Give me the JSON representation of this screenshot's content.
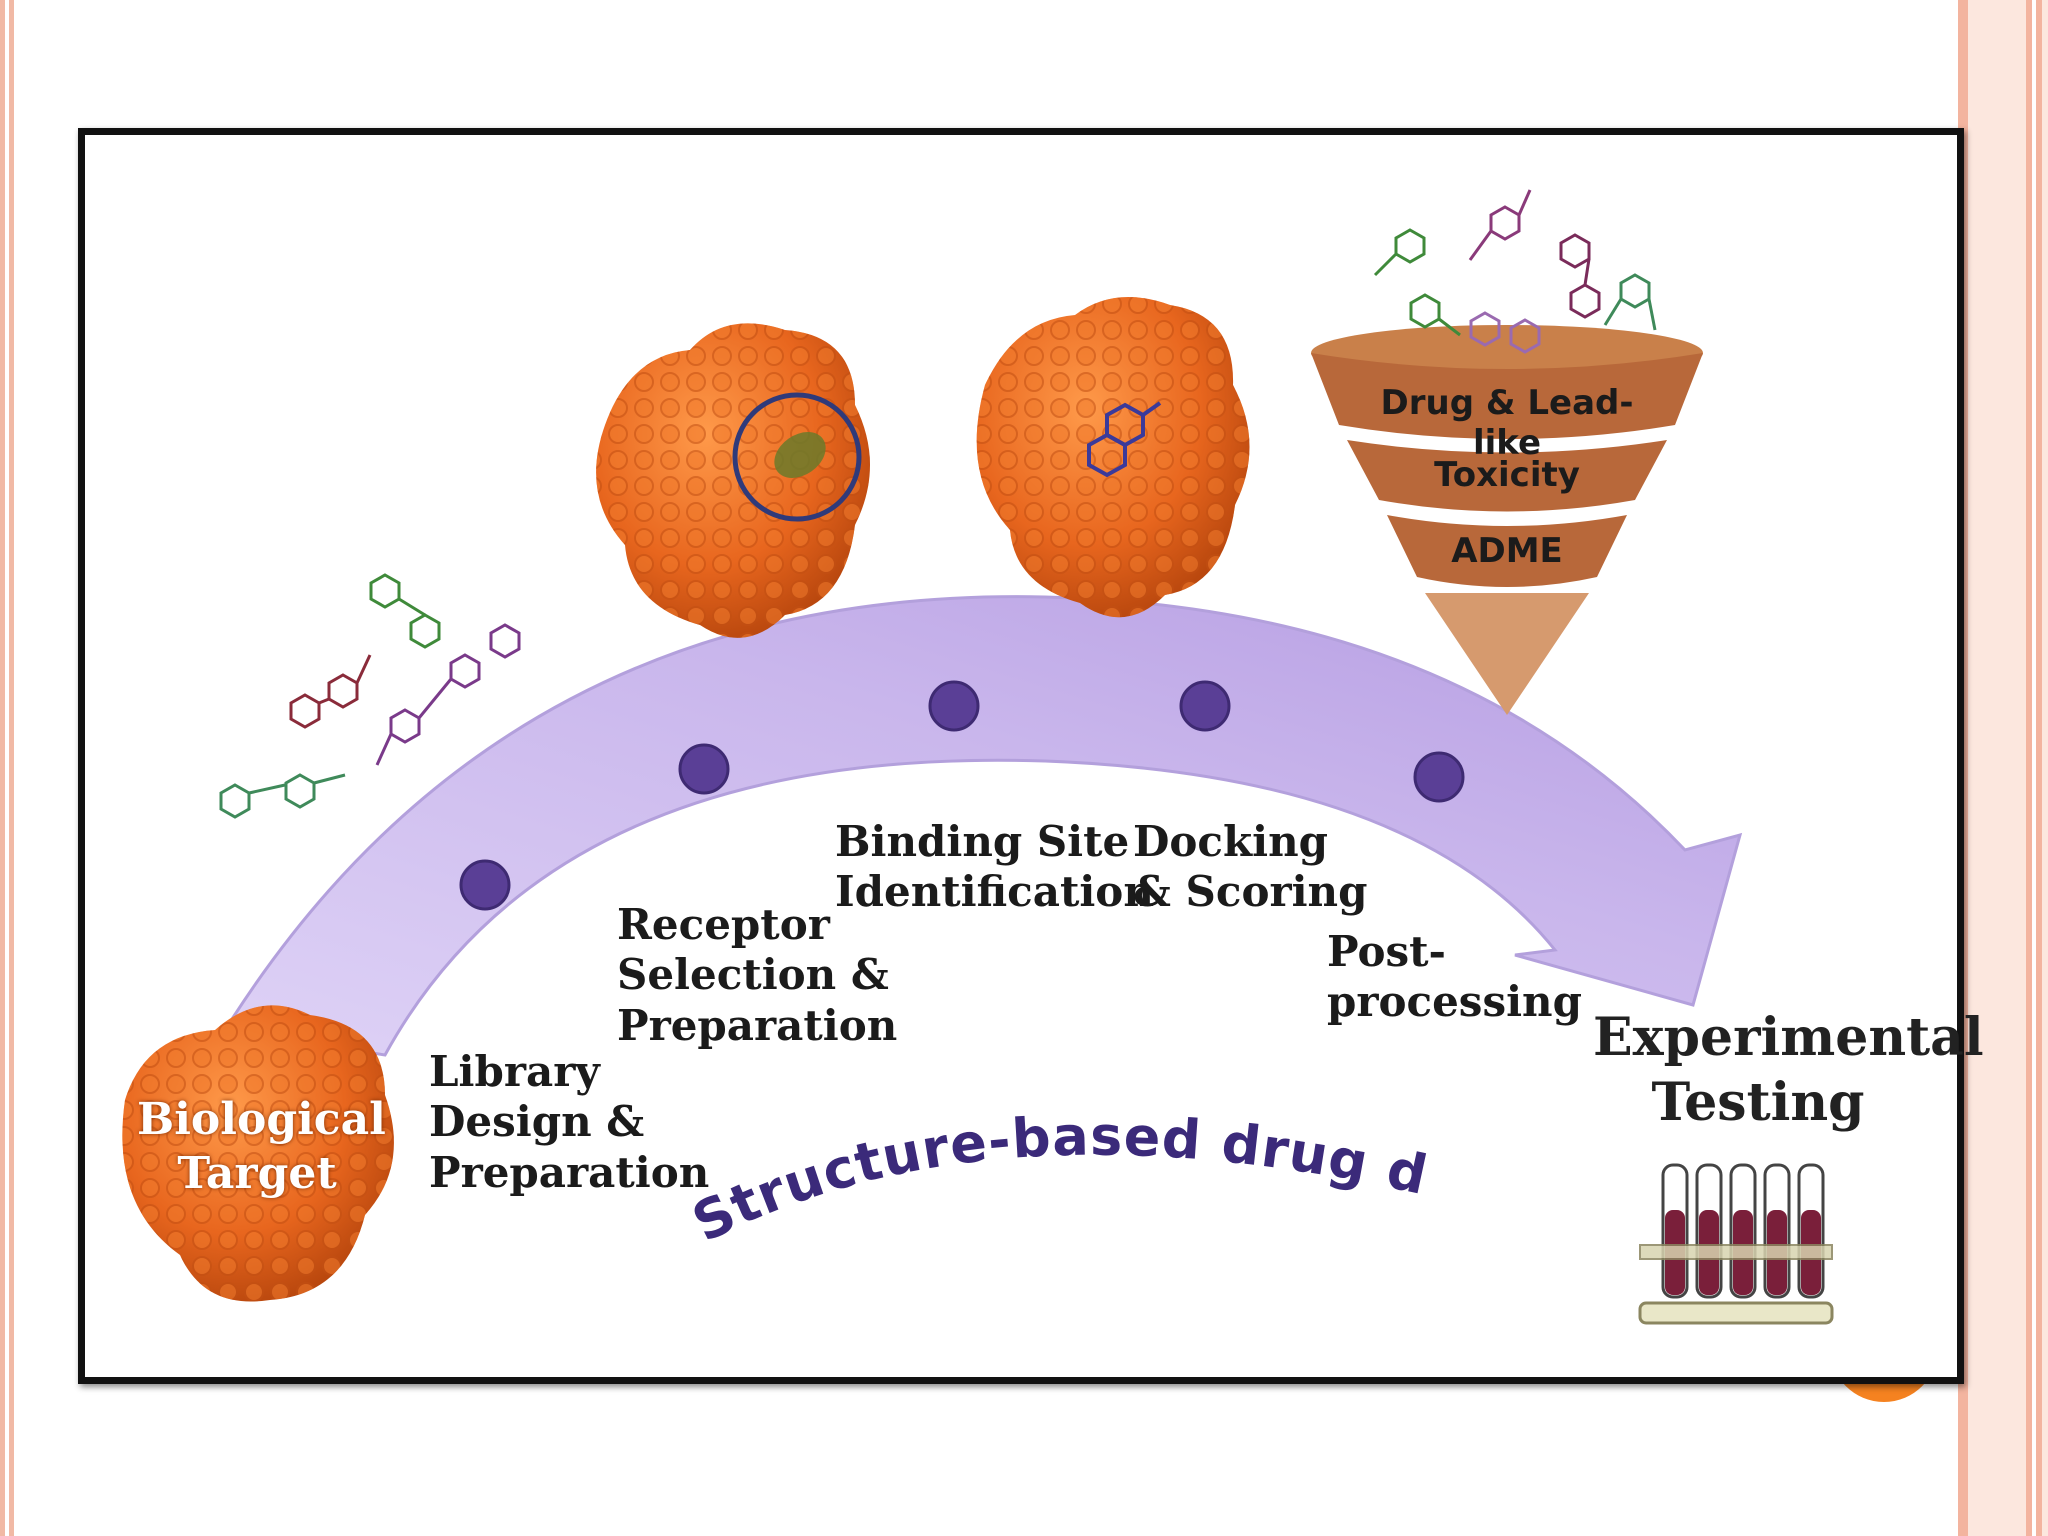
{
  "diagram": {
    "arc_title": "Structure-based drug design",
    "start_label": [
      "Biological",
      "Target"
    ],
    "steps": [
      {
        "label": [
          "Library",
          "Design &",
          "Preparation"
        ]
      },
      {
        "label": [
          "Receptor",
          "Selection &",
          "Preparation"
        ]
      },
      {
        "label": [
          "Binding Site",
          "Identification"
        ]
      },
      {
        "label": [
          "Docking",
          "& Scoring"
        ]
      },
      {
        "label": [
          "Post-",
          "processing"
        ]
      }
    ],
    "end_label": [
      "Experimental",
      "Testing"
    ],
    "funnel": [
      "Drug & Lead-like",
      "Toxicity",
      "ADME"
    ]
  },
  "colors": {
    "arrow": "#c9b6ec",
    "dot": "#5a3f96",
    "protein": "#e8661e",
    "funnel": "#b8683a",
    "title": "#3b2a7a"
  }
}
